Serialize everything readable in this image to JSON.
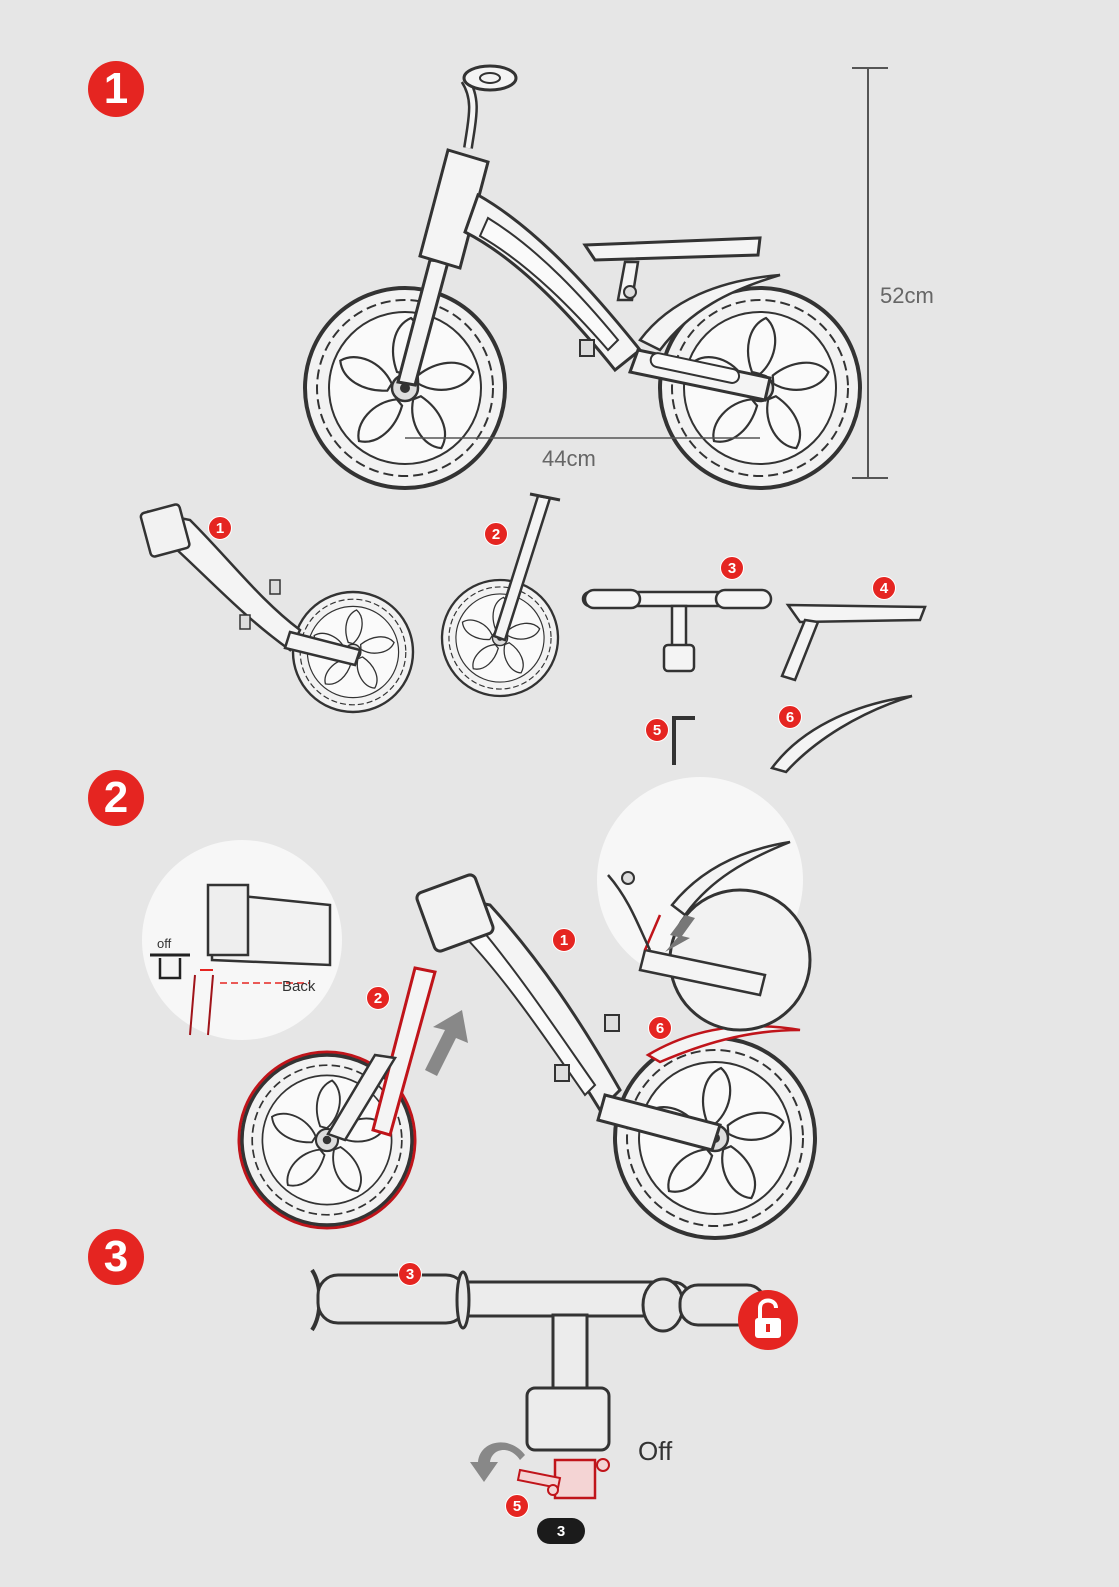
{
  "steps": [
    "1",
    "2",
    "3"
  ],
  "dimensions": {
    "height": "52cm",
    "wheelbase": "44cm"
  },
  "parts": [
    "1",
    "2",
    "3",
    "4",
    "5",
    "6"
  ],
  "step2": {
    "lock_label": "off",
    "direction_label": "Back",
    "callouts": [
      "1",
      "2",
      "6"
    ]
  },
  "step3": {
    "callouts": [
      "3",
      "5"
    ],
    "status_label": "Off"
  },
  "page_number": "3",
  "colors": {
    "accent": "#e52521",
    "line": "#333333",
    "background": "#e6e6e6"
  },
  "icons": [
    "unlock-icon",
    "rotate-arrow-icon",
    "push-arrow-icon",
    "hex-key-icon"
  ]
}
